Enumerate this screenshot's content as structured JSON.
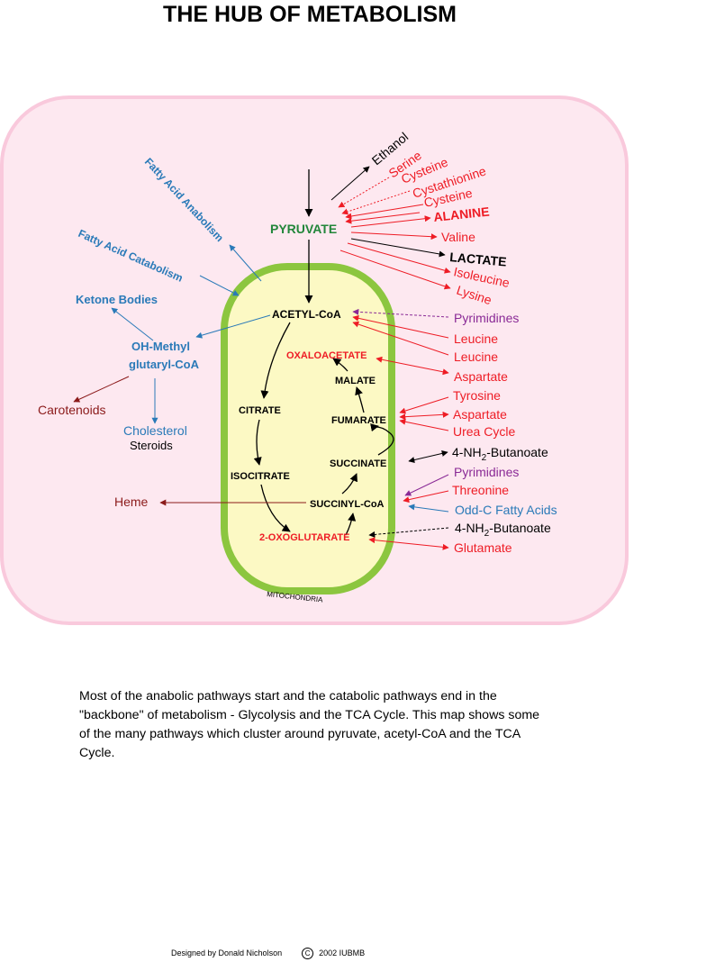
{
  "title": "THE HUB OF METABOLISM",
  "colors": {
    "cell_fill": "#fde8f0",
    "cell_stroke": "#f9c9dc",
    "mito_fill": "#fcf9c4",
    "mito_stroke": "#8cc63f",
    "red": "#ee1c25",
    "blue": "#2a7ab8",
    "green": "#22863a",
    "purple": "#8a2a96",
    "darkred": "#8b1a1a",
    "black": "#000000"
  },
  "nodes": {
    "pyruvate": "PYRUVATE",
    "acetyl_coa": "ACETYL-CoA",
    "oxaloacetate": "OXALOACETATE",
    "malate": "MALATE",
    "citrate": "CITRATE",
    "fumarate": "FUMARATE",
    "succinate": "SUCCINATE",
    "isocitrate": "ISOCITRATE",
    "succinyl_coa": "SUCCINYL-CoA",
    "oxoglutarate": "2-OXOGLUTARATE",
    "mitochondria": "MITOCHONDRIA"
  },
  "left_labels": {
    "fa_anabolism": "Fatty Acid Anabolism",
    "fa_catabolism": "Fatty Acid Catabolism",
    "ketone_bodies": "Ketone Bodies",
    "oh_methyl_line1": "OH-Methyl",
    "oh_methyl_line2": "glutaryl-CoA",
    "carotenoids": "Carotenoids",
    "cholesterol": "Cholesterol",
    "steroids": "Steroids",
    "heme": "Heme"
  },
  "right_labels": {
    "ethanol": "Ethanol",
    "serine": "Serine",
    "cysteine1": "Cysteine",
    "cystathionine": "Cystathionine",
    "cysteine2": "Cysteine",
    "alanine": "ALANINE",
    "valine": "Valine",
    "lactate": "LACTATE",
    "isoleucine": "Isoleucine",
    "lysine": "Lysine",
    "pyrimidines1": "Pyrimidines",
    "leucine1": "Leucine",
    "leucine2": "Leucine",
    "aspartate1": "Aspartate",
    "tyrosine": "Tyrosine",
    "aspartate2": "Aspartate",
    "urea_cycle": "Urea Cycle",
    "nh2_butanoate1_a": "4-NH",
    "nh2_butanoate1_sub": "2",
    "nh2_butanoate1_b": "-Butanoate",
    "pyrimidines2": "Pyrimidines",
    "threonine": "Threonine",
    "odd_c": "Odd-C Fatty Acids",
    "nh2_butanoate2_a": "4-NH",
    "nh2_butanoate2_sub": "2",
    "nh2_butanoate2_b": "-Butanoate",
    "glutamate": "Glutamate"
  },
  "caption": "Most of  the anabolic pathways start and the catabolic pathways end in the \"backbone\" of metabolism - Glycolysis and the TCA Cycle.  This map shows some of the many pathways which cluster around pyruvate, acetyl-CoA and the TCA Cycle.",
  "footer": {
    "designer": "Designed by Donald Nicholson",
    "copyright_symbol": "C",
    "year_org": "2002 IUBMB"
  }
}
